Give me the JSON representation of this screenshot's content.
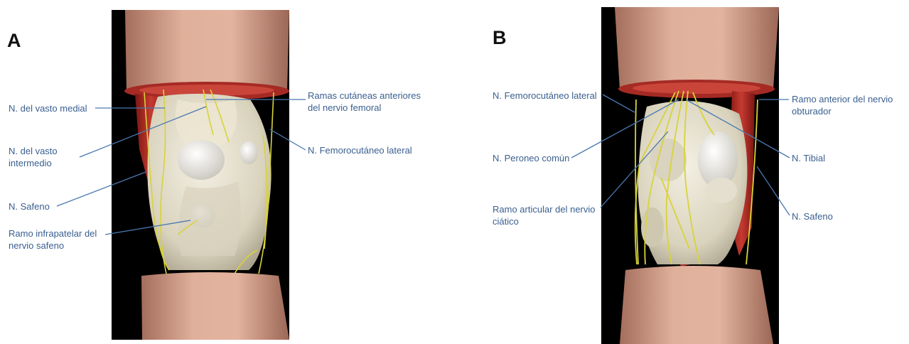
{
  "panels": [
    {
      "letter": "A",
      "labels": {
        "vasto_medial": "N. del vasto medial",
        "vasto_intermedio_1": "N. del vasto",
        "vasto_intermedio_2": "intermedio",
        "safeno": "N. Safeno",
        "infrapatelar_1": "Ramo infrapatelar del",
        "infrapatelar_2": "nervio safeno",
        "ramas_1": "Ramas cutáneas anteriores",
        "ramas_2": "del nervio femoral",
        "femorocutaneo": "N. Femorocutáneo lateral"
      }
    },
    {
      "letter": "B",
      "labels": {
        "femorocutaneo": "N. Femorocutáneo lateral",
        "peroneo": "N. Peroneo común",
        "ramo_articular_1": "Ramo articular del nervio",
        "ramo_articular_2": "ciático",
        "obturador_1": "Ramo anterior del nervio",
        "obturador_2": "obturador",
        "tibial": "N. Tibial",
        "safeno": "N. Safeno"
      }
    }
  ],
  "colors": {
    "label_text": "#3a5f8f",
    "leader_line": "#4a78b0",
    "background_frame": "#000000",
    "skin": "#d7a58f",
    "muscle": "#b3322c",
    "bone": "#e6e1cf",
    "nerve": "#d6d23a"
  }
}
